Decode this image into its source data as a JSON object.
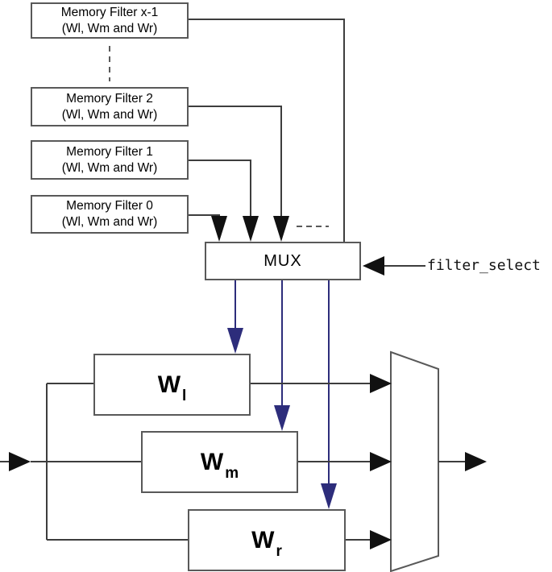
{
  "memory_filters": [
    {
      "title": "Memory Filter x-1",
      "subtitle": "(Wl, Wm and Wr)"
    },
    {
      "title": "Memory Filter 2",
      "subtitle": "(Wl, Wm and Wr)"
    },
    {
      "title": "Memory Filter 1",
      "subtitle": "(Wl, Wm and Wr)"
    },
    {
      "title": "Memory Filter 0",
      "subtitle": "(Wl, Wm and Wr)"
    }
  ],
  "mux": {
    "label": "MUX"
  },
  "signals": {
    "filter_select": "filter_select"
  },
  "weights": [
    {
      "main": "W",
      "sub": "l"
    },
    {
      "main": "W",
      "sub": "m"
    },
    {
      "main": "W",
      "sub": "r"
    }
  ],
  "colors": {
    "line": "#3d3d3d",
    "box_border": "#595959",
    "arrow_black": "#111111",
    "arrow_navy": "#2d2d7b",
    "background": "#ffffff",
    "text": "#000000"
  }
}
